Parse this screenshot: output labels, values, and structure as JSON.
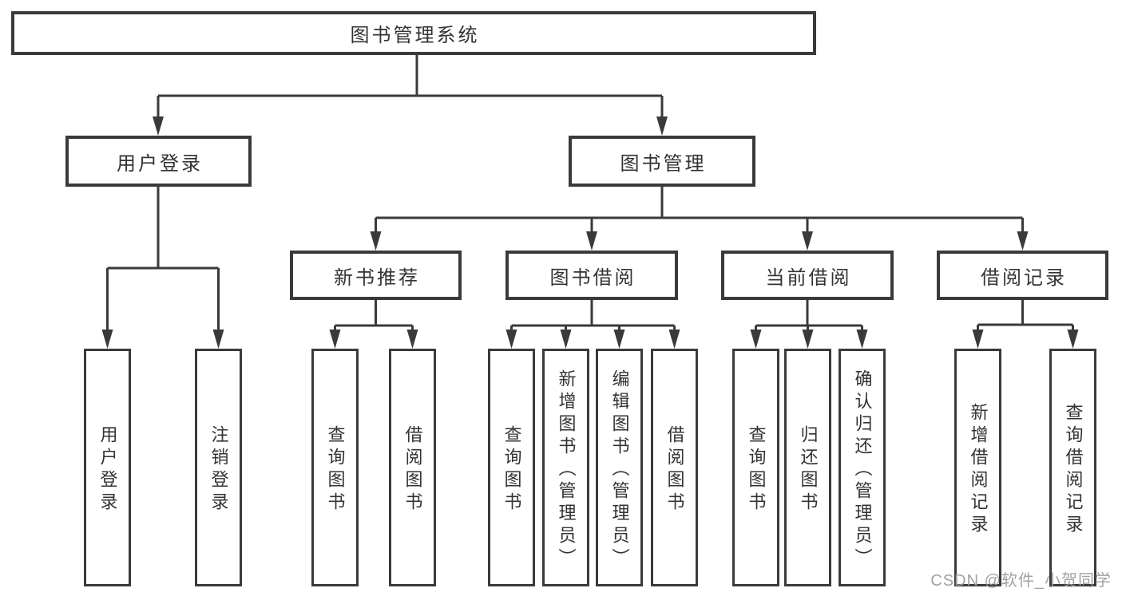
{
  "diagram": {
    "root": "图书管理系统",
    "branches": [
      {
        "label": "用户登录",
        "children": [
          "用户登录",
          "注销登录"
        ]
      },
      {
        "label": "图书管理",
        "groups": [
          {
            "label": "新书推荐",
            "children": [
              "查询图书",
              "借阅图书"
            ]
          },
          {
            "label": "图书借阅",
            "children": [
              "查询图书",
              "新增图书（管理员）",
              "编辑图书（管理员）",
              "借阅图书"
            ]
          },
          {
            "label": "当前借阅",
            "children": [
              "查询图书",
              "归还图书",
              "确认归还（管理员）"
            ]
          },
          {
            "label": "借阅记录",
            "children": [
              "新增借阅记录",
              "查询借阅记录"
            ]
          }
        ]
      }
    ]
  },
  "watermark": "CSDN @软件_小贺同学",
  "colors": {
    "line": "#3a3a3a",
    "box_border": "#3a3a3a",
    "text": "#333333",
    "watermark": "#9d9d9d",
    "background": "#ffffff"
  }
}
